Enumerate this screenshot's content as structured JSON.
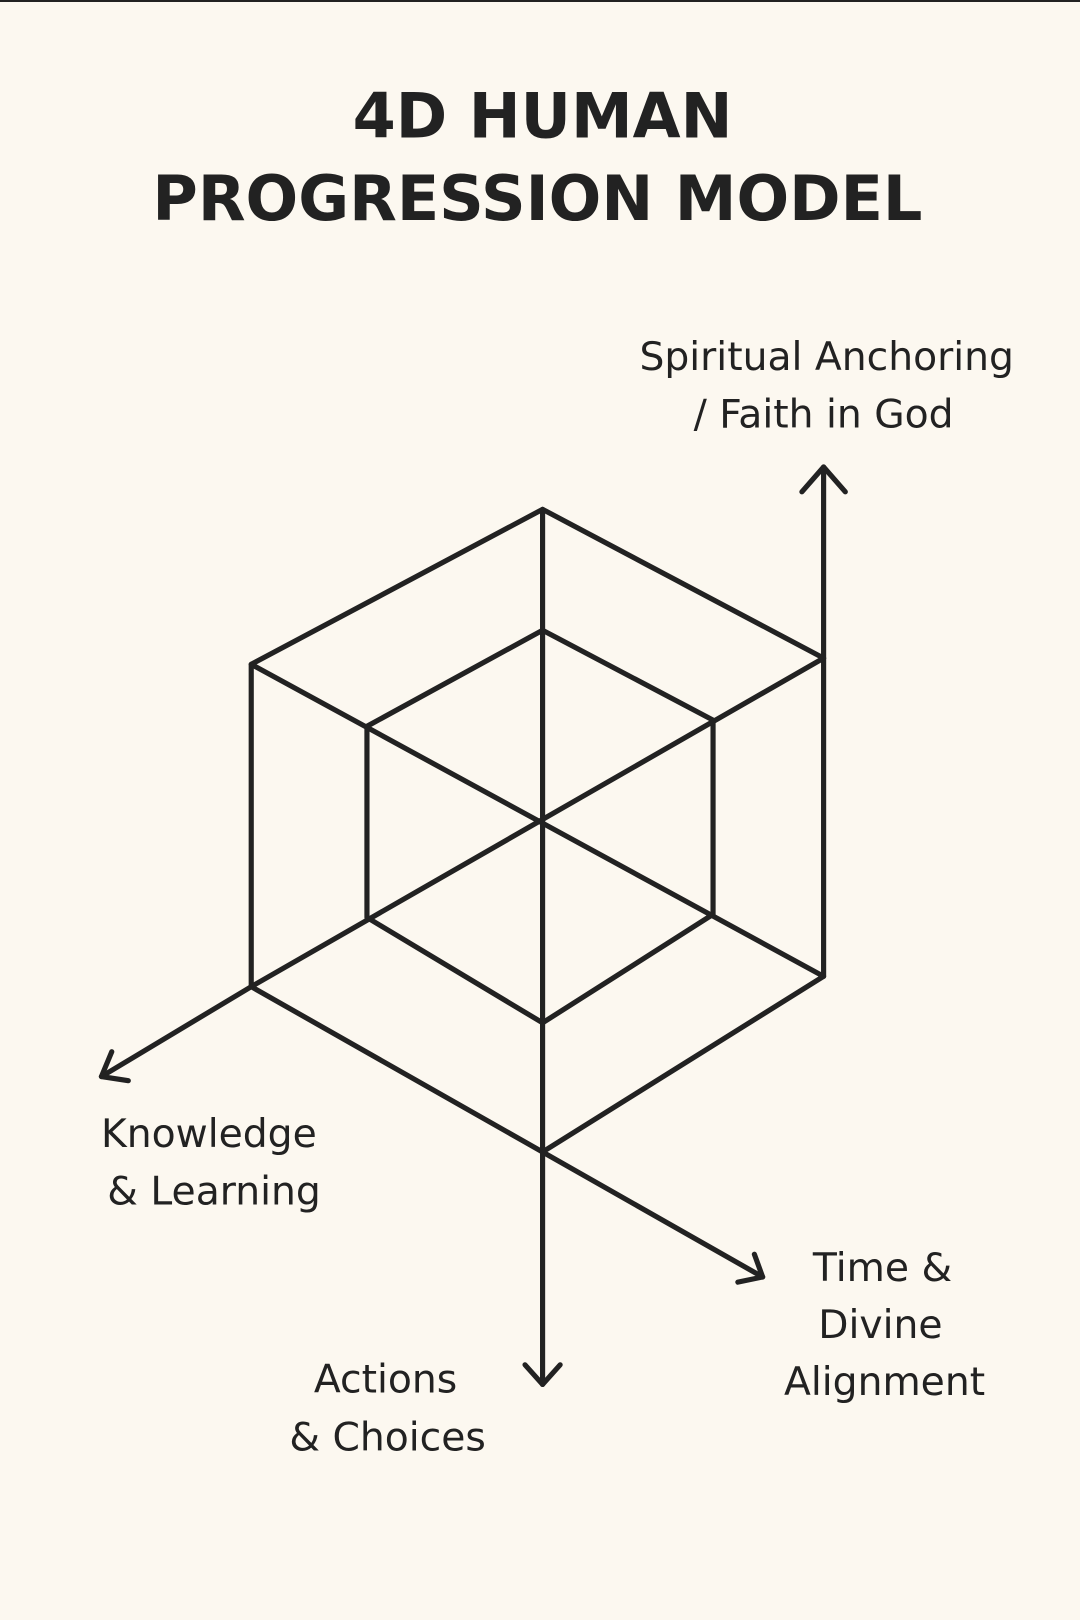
{
  "title": {
    "line1": "4D HUMAN",
    "line2": "PROGRESSION MODEL"
  },
  "axes": {
    "spiritual": {
      "line1": "Spiritual Anchoring",
      "line2": "/ Faith in God"
    },
    "knowledge": {
      "line1": "Knowledge",
      "line2": "& Learning"
    },
    "actions": {
      "line1": "Actions",
      "line2": "& Choices"
    },
    "time": {
      "line1": "Time &",
      "line2": "Divine",
      "line3": "Alignment"
    }
  }
}
